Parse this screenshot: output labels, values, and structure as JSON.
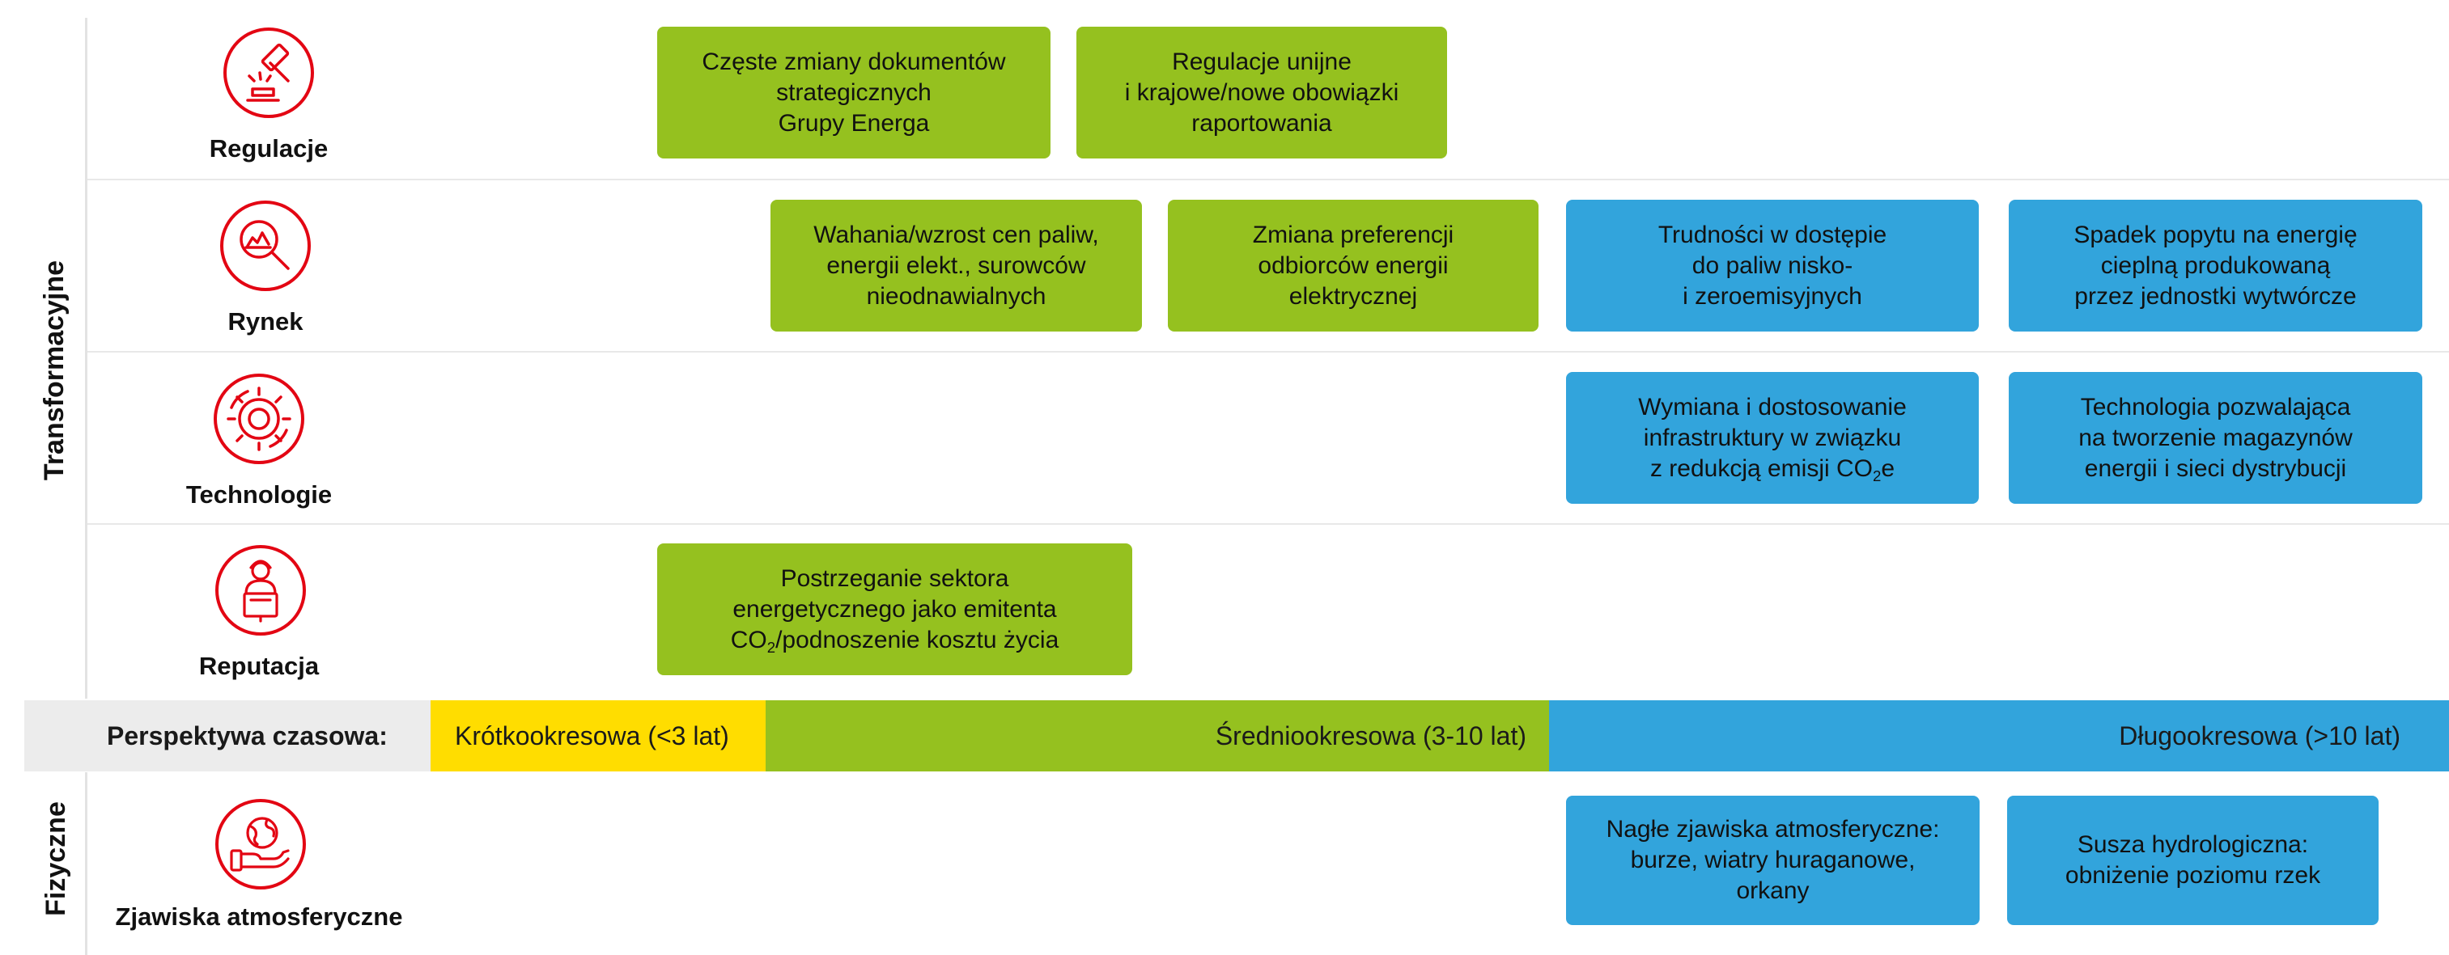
{
  "groups": {
    "transformational": "Transformacyjne",
    "physical": "Fizyczne"
  },
  "categories": {
    "regulations": "Regulacje",
    "market": "Rynek",
    "technology": "Technologie",
    "reputation": "Reputacja",
    "atmospheric": "Zjawiska atmosferyczne"
  },
  "icons": {
    "regulations": "gavel-icon",
    "market": "magnifier-chart-icon",
    "technology": "gear-icon",
    "reputation": "speaker-podium-icon",
    "atmospheric": "globe-hand-icon"
  },
  "boxes": {
    "reg1": [
      "Częste zmiany dokumentów",
      "strategicznych",
      "Grupy Energa"
    ],
    "reg2": [
      "Regulacje unijne",
      "i krajowe/nowe obowiązki",
      "raportowania"
    ],
    "mkt1": [
      "Wahania/wzrost cen paliw,",
      "energii elekt., surowców",
      "nieodnawialnych"
    ],
    "mkt2": [
      "Zmiana preferencji",
      "odbiorców energii",
      "elektrycznej"
    ],
    "mkt3": [
      "Trudności w dostępie",
      "do paliw nisko-",
      "i zeroemisyjnych"
    ],
    "mkt4": [
      "Spadek popytu na energię",
      "cieplną produkowaną",
      "przez jednostki wytwórcze"
    ],
    "tech1": {
      "line1": "Wymiana i dostosowanie",
      "line2": "infrastruktury w związku",
      "line3_pre": "z redukcją emisji CO",
      "line3_sub": "2",
      "line3_post": "e"
    },
    "tech2": [
      "Technologia pozwalająca",
      "na tworzenie magazynów",
      "energii i sieci dystrybucji"
    ],
    "rep1": {
      "line1": "Postrzeganie sektora",
      "line2": "energetycznego jako emitenta",
      "line3_pre": "CO",
      "line3_sub": "2",
      "line3_post": "/podnoszenie kosztu życia"
    },
    "atm1": [
      "Nagłe zjawiska atmosferyczne:",
      "burze, wiatry huraganowe,",
      "orkany"
    ],
    "atm2": [
      "Susza hydrologiczna:",
      "obniżenie poziomu rzek"
    ]
  },
  "timeline": {
    "label": "Perspektywa czasowa:",
    "short": "Krótkookresowa (<3 lat)",
    "medium": "Średniookresowa (3-10 lat)",
    "long": "Długookresowa (>10 lat)"
  },
  "colors": {
    "short_term": "#ffdd00",
    "medium_term": "#95c11f",
    "long_term": "#32a4dc",
    "icon_red": "#e30613"
  }
}
